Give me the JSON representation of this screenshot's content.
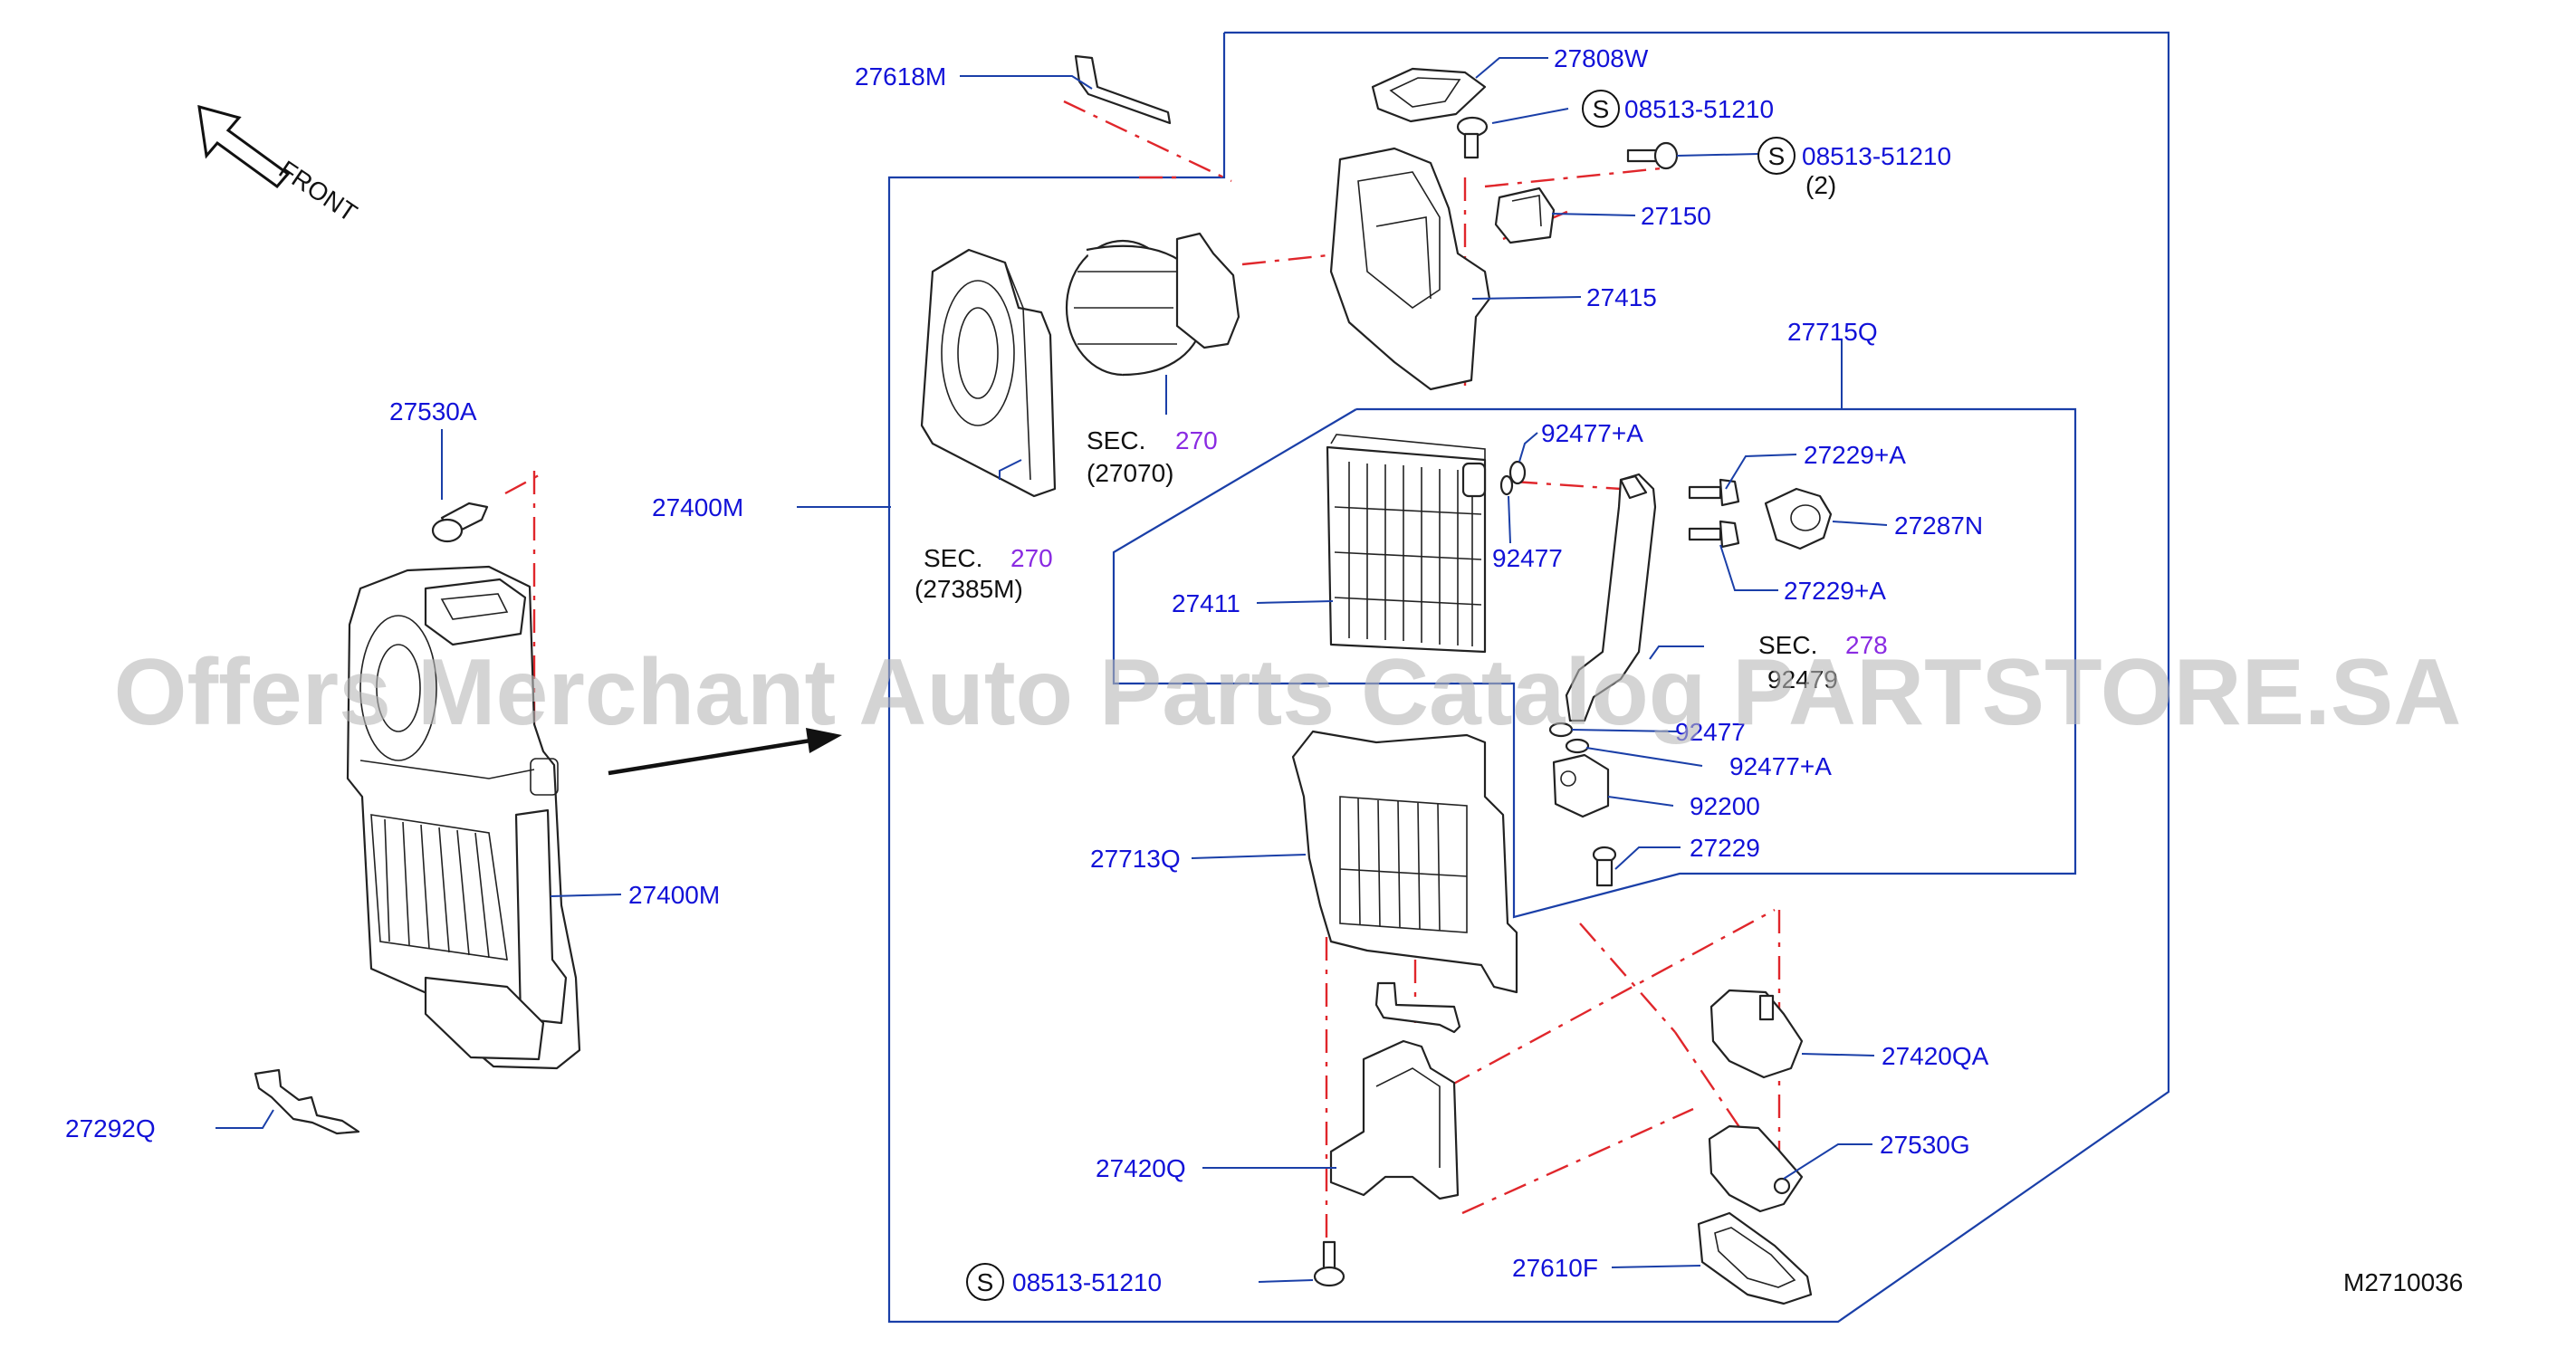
{
  "watermark": "Offers Merchant Auto Parts Catalog PARTSTORE.SA",
  "diagram_code": "M2710036",
  "front_label": "FRONT",
  "parts": {
    "p27618M": "27618M",
    "p27808W": "27808W",
    "p08513_a": "08513-51210",
    "p08513_b": "08513-51210",
    "p08513_b_qty": "(2)",
    "p27150": "27150",
    "p27415": "27415",
    "p27715Q": "27715Q",
    "p92477A_1": "92477+A",
    "p27229A_1": "27229+A",
    "p27287N": "27287N",
    "p27229A_2": "27229+A",
    "p92477_1": "92477",
    "p27411": "27411",
    "p27530A": "27530A",
    "p27400M_1": "27400M",
    "p27400M_2": "27400M",
    "p92477_2": "92477",
    "p92477A_2": "92477+A",
    "p92200": "92200",
    "p27229": "27229",
    "p27713Q": "27713Q",
    "p27420QA": "27420QA",
    "p27530G": "27530G",
    "p27420Q": "27420Q",
    "p27292Q": "27292Q",
    "p08513_c": "08513-51210",
    "p27610F": "27610F"
  },
  "sections": {
    "sec_a": {
      "label": "SEC.",
      "num": "270",
      "ref": "(27070)"
    },
    "sec_b": {
      "label": "SEC.",
      "num": "270",
      "ref": "(27385M)"
    },
    "sec_c": {
      "label": "SEC.",
      "num": "278",
      "ref": "92479"
    }
  },
  "symbols": {
    "s": "S"
  },
  "colors": {
    "label": "#1212d8",
    "section": "#8a2be2",
    "leader": "#1a3fa8",
    "phantom": "#e0262b"
  }
}
